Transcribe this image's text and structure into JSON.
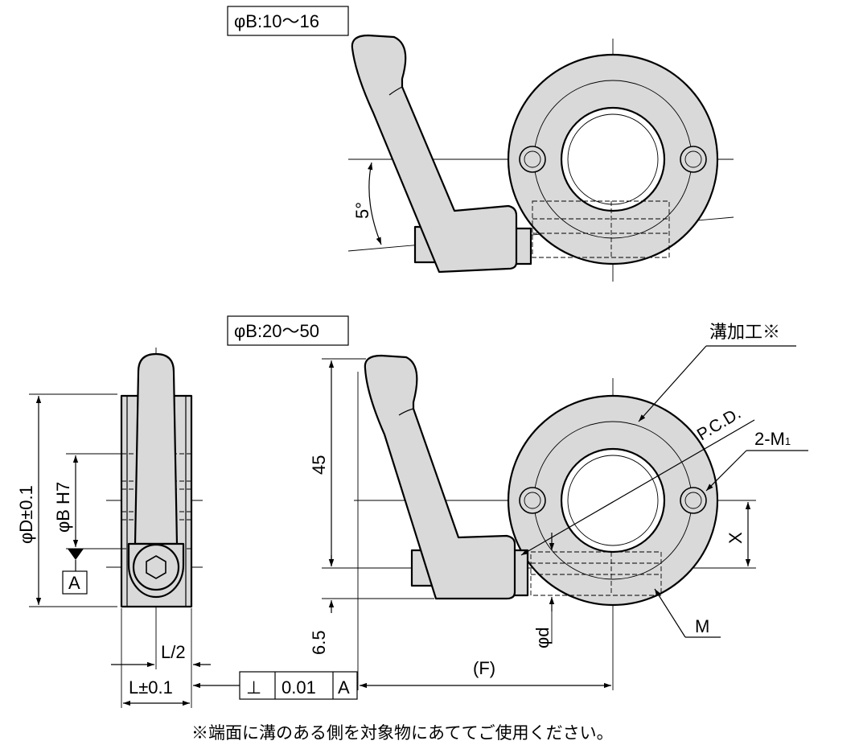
{
  "views": {
    "top": {
      "range_label": "φB:10～16",
      "angle_label": "5°"
    },
    "bottom": {
      "range_label": "φB:20～50"
    }
  },
  "side_view": {
    "outer_dia_label": "φD±0.1",
    "bore_label": "φB H7",
    "datum_label": "A",
    "half_length_label": "L/2",
    "length_label": "L±0.1"
  },
  "tolerance_frame": {
    "symbol": "⊥",
    "value": "0.01",
    "datum": "A"
  },
  "dimensions": {
    "height_45": "45",
    "offset_65": "6.5",
    "f_label": "(F)",
    "x_label": "X",
    "d_label": "φd"
  },
  "callouts": {
    "groove": "溝加工※",
    "pcd": "P.C.D.",
    "m1": "2-M",
    "m1_sub": "1",
    "m": "M"
  },
  "footnote": "※端面に溝のある側を対象物にあててご使用ください。"
}
